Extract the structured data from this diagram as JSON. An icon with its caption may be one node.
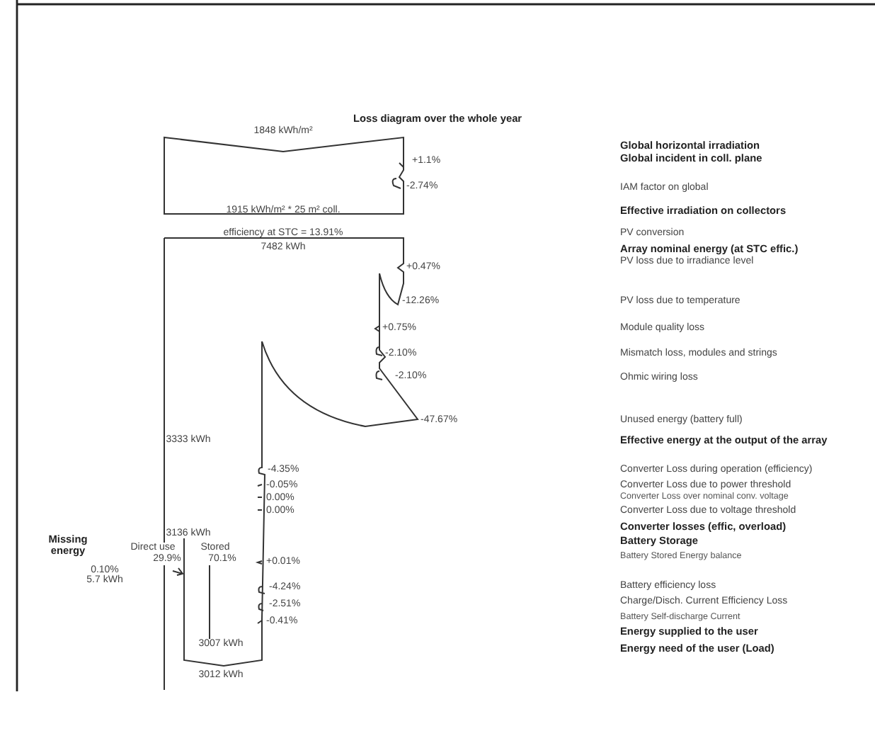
{
  "diagram": {
    "title": "Loss diagram over the whole year",
    "labels": [
      "1848 kWh/m²",
      "Global horizontal irradiation",
      "+1.1%",
      "Global incident in coll. plane",
      "-2.74%",
      "IAM factor on global",
      "1915 kWh/m² * 25 m² coll.",
      "Effective irradiation on collectors",
      "efficiency at STC = 13.91%",
      "PV conversion",
      "7482 kWh",
      "Array nominal energy (at STC effic.)",
      "+0.47%",
      "PV loss due to irradiance level",
      "-12.26%",
      "PV loss due to temperature",
      "+0.75%",
      "Module quality loss",
      "-2.10%",
      "Mismatch loss, modules and strings",
      "-2.10%",
      "Ohmic wiring loss",
      "-47.67%",
      "Unused energy (battery full)",
      "3333 kWh",
      "Effective energy at the output of the array",
      "-4.35%",
      "Converter Loss during operation (efficiency)",
      "-0.05%",
      "Converter Loss due to power threshold",
      "0.00%",
      "Converter Loss over nominal conv. voltage",
      "0.00%",
      "Converter Loss due to voltage threshold",
      "3136 kWh",
      "Converter losses (effic, overload)",
      "Missing energy",
      "Direct use",
      "Stored",
      "Battery Storage",
      "29.9%",
      "70.1%",
      "+0.01%",
      "Battery Stored Energy balance",
      "0.10%",
      "5.7 kWh",
      "-4.24%",
      "Battery efficiency loss",
      "-2.51%",
      "Charge/Disch. Current Efficiency Loss",
      "-0.41%",
      "Battery Self-discharge Current",
      "3007 kWh",
      "Energy supplied to the user",
      "3012 kWh",
      "Energy need of the user (Load)"
    ]
  }
}
